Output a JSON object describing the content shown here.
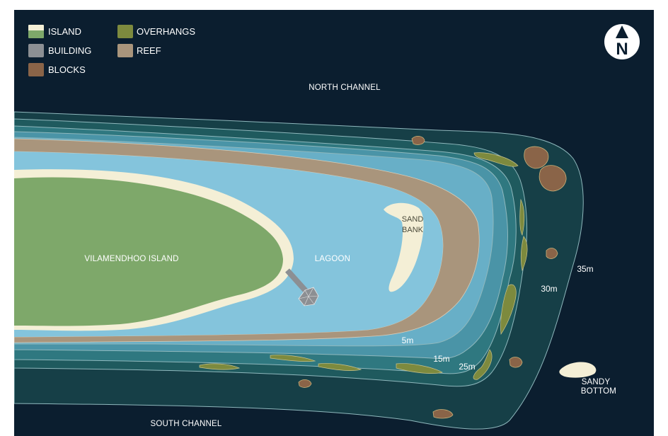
{
  "legend": {
    "items": [
      {
        "label": "ISLAND",
        "color": "#7ea86a",
        "accent": "#f4efd6"
      },
      {
        "label": "BUILDING",
        "color": "#8c8f93"
      },
      {
        "label": "BLOCKS",
        "color": "#8a6448"
      },
      {
        "label": "OVERHANGS",
        "color": "#7d8a3e"
      },
      {
        "label": "REEF",
        "color": "#a9957c"
      }
    ]
  },
  "compass": {
    "letter": "N"
  },
  "labels": {
    "north_channel": "NORTH CHANNEL",
    "south_channel": "SOUTH CHANNEL",
    "island": "VILAMENDHOO ISLAND",
    "lagoon": "LAGOON",
    "sand_bank_line1": "SAND",
    "sand_bank_line2": "BANK",
    "sandy_bottom_line1": "SANDY",
    "sandy_bottom_line2": "BOTTOM"
  },
  "depths": {
    "d5": "5m",
    "d15": "15m",
    "d25": "25m",
    "d30": "30m",
    "d35": "35m"
  },
  "colors": {
    "deep_water": "#0b1e2f",
    "zone_35": "#163f47",
    "zone_30": "#1f5a5e",
    "zone_25": "#2f7880",
    "zone_15": "#4a94a7",
    "zone_5": "#68afc7",
    "lagoon": "#84c4dc",
    "reef": "#a9957c",
    "sand": "#f4efd6",
    "island": "#7ea86a",
    "building": "#8c8f93",
    "blocks": "#8a6448",
    "overhangs": "#7d8a3e"
  }
}
